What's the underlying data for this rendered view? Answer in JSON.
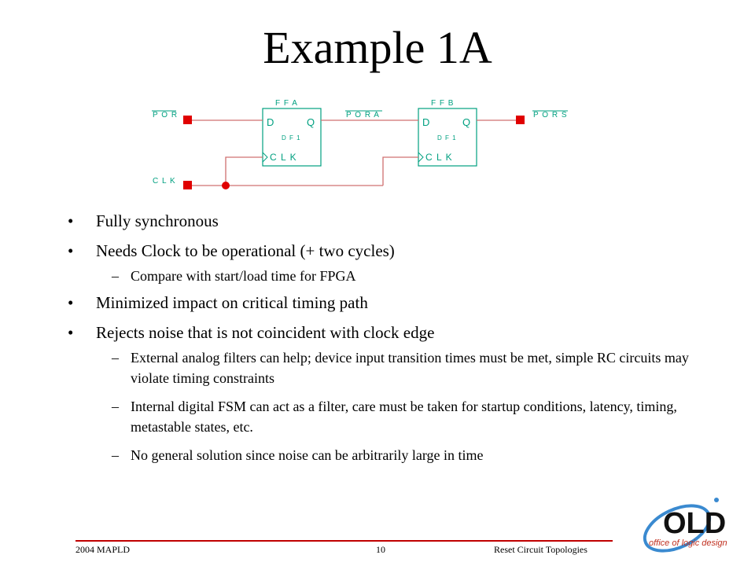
{
  "title": "Example 1A",
  "schematic": {
    "ffa_label": "F F A",
    "ffb_label": "F F B",
    "cell_type": "D F 1",
    "pin_d": "D",
    "pin_q": "Q",
    "pin_clk": "C L K",
    "input_por": "P O R",
    "input_clk": "C L K",
    "net_pora": "P O R A",
    "output_pors": "P O R S",
    "wire_color": "#d07070",
    "pad_color": "#e00000",
    "label_color": "#00a080"
  },
  "bullets": [
    {
      "level": 1,
      "text": "Fully synchronous"
    },
    {
      "level": 1,
      "text": "Needs Clock to be operational (+ two cycles)"
    },
    {
      "level": 2,
      "text": "Compare with start/load time for FPGA"
    },
    {
      "level": 1,
      "text": "Minimized impact on critical timing path"
    },
    {
      "level": 1,
      "text": "Rejects noise that is not coincident with clock edge"
    },
    {
      "level": 2,
      "text": "External analog filters can help; device input transition times must be met, simple RC circuits may violate timing constraints"
    },
    {
      "level": 2,
      "text": "Internal digital FSM can act as a filter, care must be taken for startup conditions, latency, timing, metastable states, etc."
    },
    {
      "level": 2,
      "text": "No general solution since noise can be arbitrarily large in time"
    }
  ],
  "bullet_symbol": "•",
  "dash_symbol": "–",
  "footer": {
    "left": "2004 MAPLD",
    "center": "10",
    "right": "Reset Circuit Topologies",
    "line_color": "#c00000"
  },
  "logo": {
    "main": "OLD",
    "tagline": "office of logic design"
  }
}
